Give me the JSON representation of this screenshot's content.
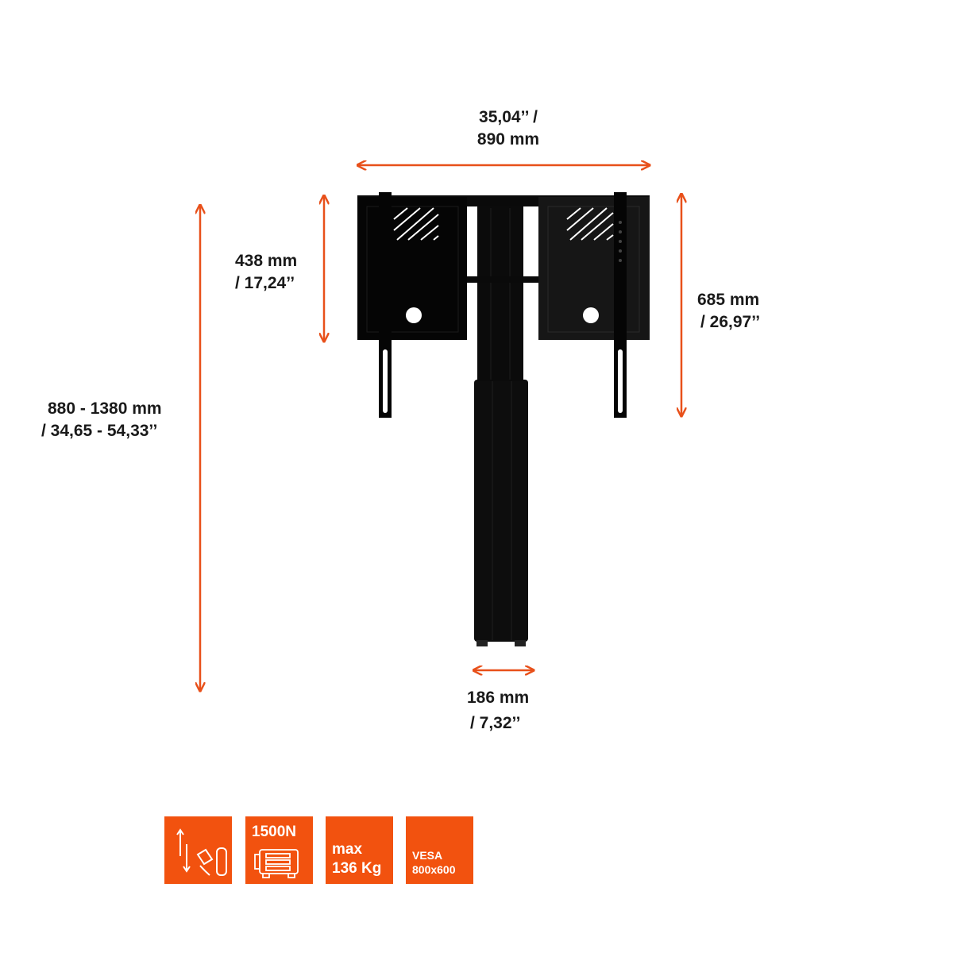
{
  "colors": {
    "accent": "#f2520f",
    "arrow": "#e8501a",
    "product": "#0a0a0a"
  },
  "dimensions": {
    "total_width": {
      "line1": "35,04’’ /",
      "line2": "890 mm"
    },
    "height_range": {
      "line1": "880 - 1380 mm",
      "line2": "/ 34,65 - 54,33’’"
    },
    "plate_height": {
      "line1": "438 mm",
      "line2": "/ 17,24’’"
    },
    "bracket_height": {
      "line1": "685 mm",
      "line2": "/ 26,97’’"
    },
    "column_width": {
      "line1": "186 mm",
      "line2": "/ 7,32’’"
    }
  },
  "badges": [
    {
      "icon": "electric-height-adjust-icon"
    },
    {
      "label": "1500N",
      "icon": "motor-icon"
    },
    {
      "line1": "max",
      "line2": "136 Kg"
    },
    {
      "line1": "VESA",
      "line2": "800x600"
    }
  ]
}
